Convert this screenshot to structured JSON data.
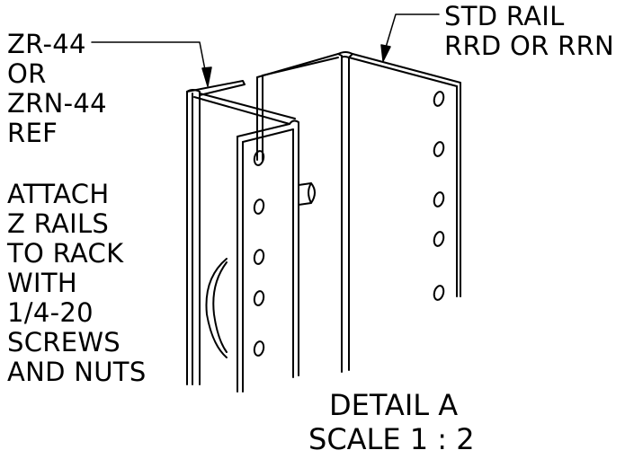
{
  "labels": {
    "z_rail_ref": [
      "ZR-44",
      "OR",
      "ZRN-44",
      "REF"
    ],
    "std_rail": [
      "STD RAIL",
      "RRD OR RRN"
    ],
    "attach_note": [
      "ATTACH",
      "Z RAILS",
      "TO RACK",
      "WITH",
      "1/4-20",
      "SCREWS",
      "AND NUTS"
    ]
  },
  "detail": {
    "name": "DETAIL A",
    "scale": "SCALE 1 : 2"
  },
  "colors": {
    "line": "#000000",
    "background": "#ffffff"
  }
}
